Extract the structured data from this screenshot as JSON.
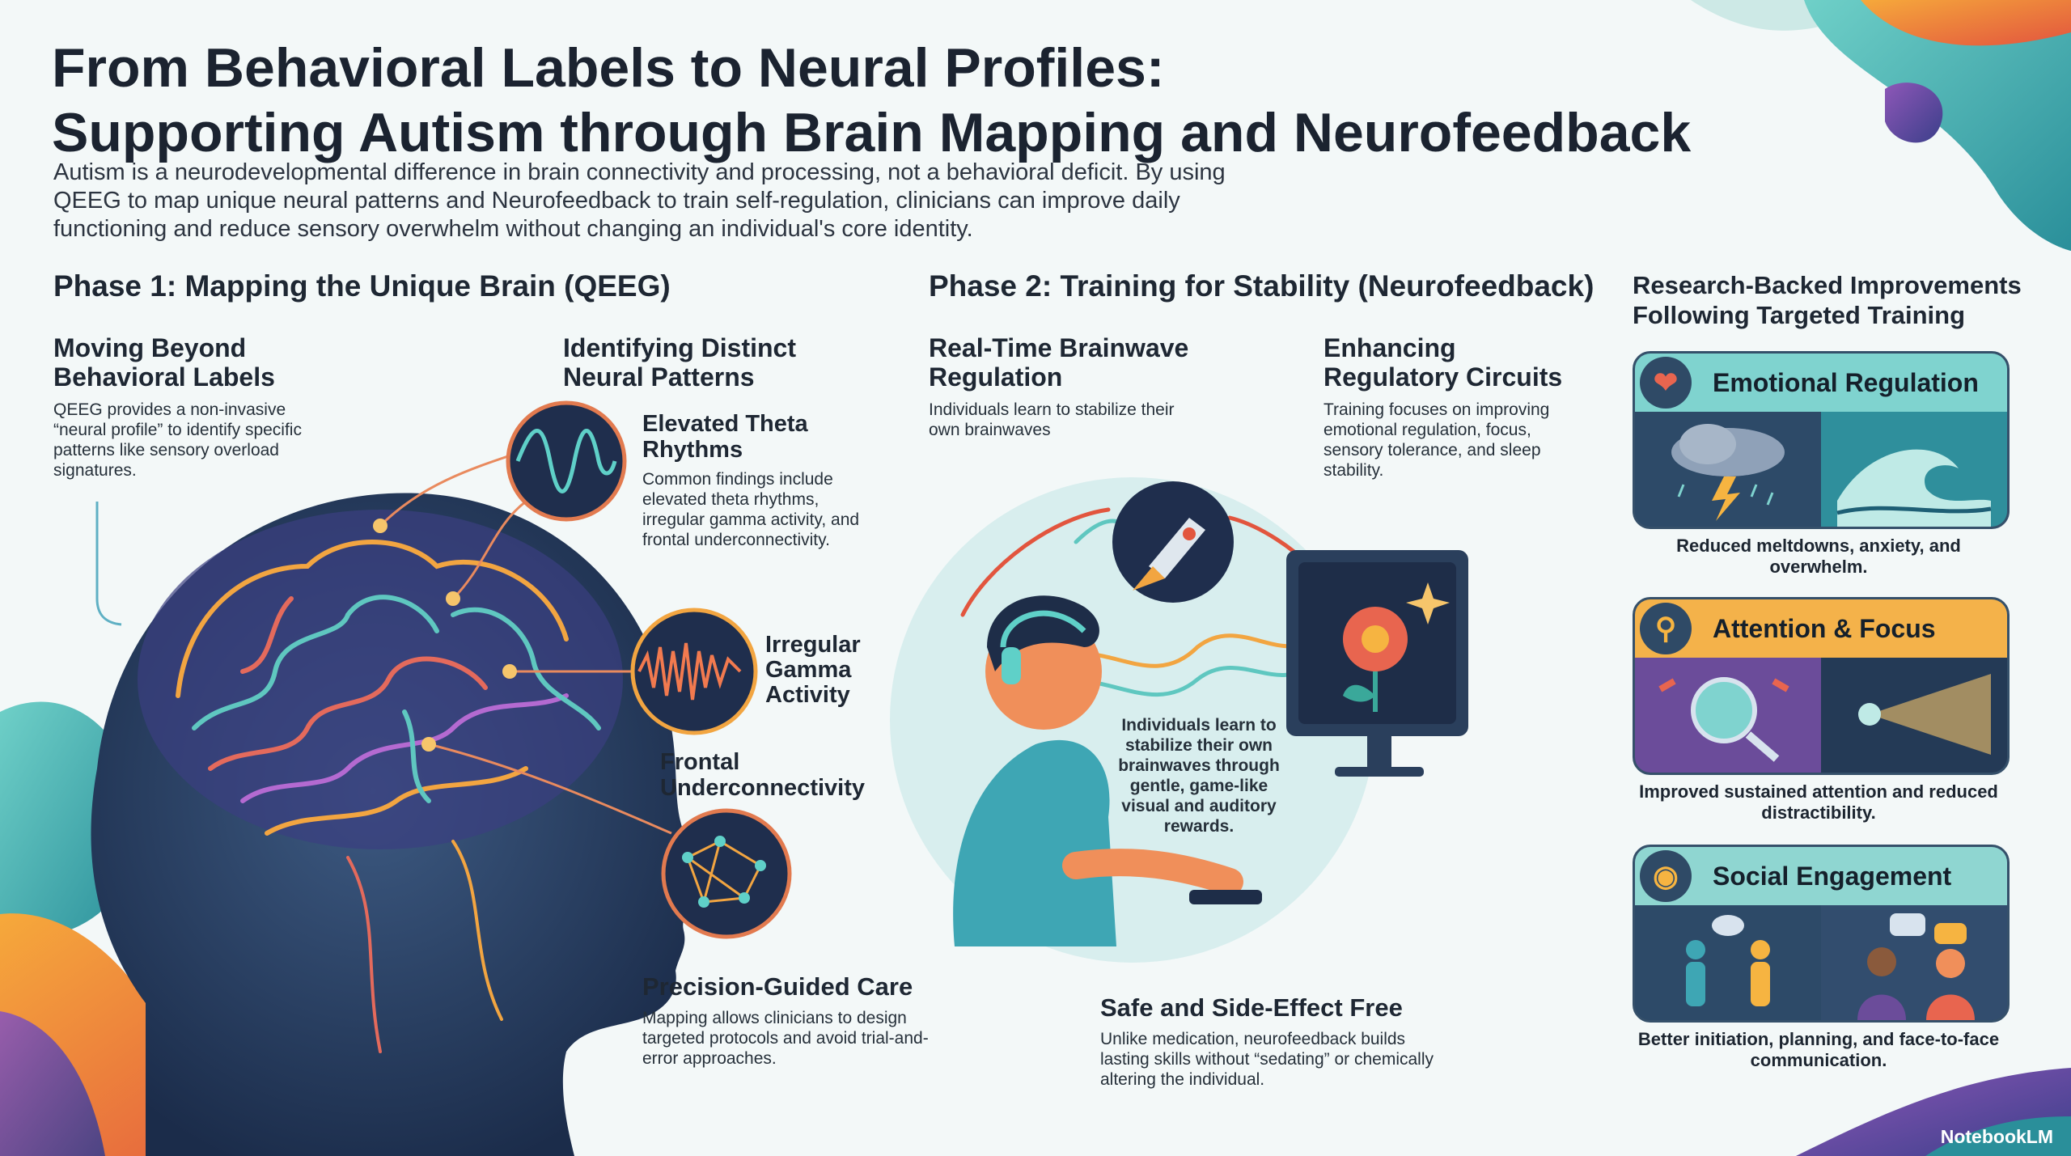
{
  "header": {
    "title_line1": "From Behavioral Labels to Neural Profiles:",
    "title_line2": "Supporting Autism through Brain Mapping and Neurofeedback",
    "intro": "Autism is a neurodevelopmental difference in brain connectivity and processing, not a behavioral deficit. By using QEEG to map unique neural patterns and Neurofeedback to train self-regulation, clinicians can improve daily functioning and reduce sensory overwhelm without changing an individual's core identity."
  },
  "phase1": {
    "title": "Phase 1: Mapping the Unique Brain (QEEG)",
    "beyond": {
      "title_line1": "Moving Beyond",
      "title_line2": "Behavioral Labels",
      "text": "QEEG provides a non-invasive “neural profile” to identify specific patterns like sensory overload signatures."
    },
    "patterns": {
      "title_line1": "Identifying Distinct",
      "title_line2": "Neural Patterns"
    },
    "theta": {
      "title_line1": "Elevated Theta",
      "title_line2": "Rhythms",
      "text": "Common findings include elevated theta rhythms, irregular gamma activity, and frontal underconnectivity."
    },
    "gamma": {
      "line1": "Irregular",
      "line2": "Gamma",
      "line3": "Activity"
    },
    "frontal": {
      "line1": "Frontal",
      "line2": "Underconnectivity"
    },
    "precision": {
      "title": "Precision-Guided Care",
      "text": "Mapping allows clinicians to design targeted protocols and avoid trial-and-error approaches."
    }
  },
  "phase2": {
    "title": "Phase 2: Training for Stability (Neurofeedback)",
    "realtime": {
      "title_line1": "Real-Time Brainwave",
      "title_line2": "Regulation",
      "text": "Individuals learn to stabilize their own brainwaves"
    },
    "enhancing": {
      "title_line1": "Enhancing",
      "title_line2": "Regulatory Circuits",
      "text": "Training focuses on improving emotional regulation, focus, sensory tolerance, and sleep stability."
    },
    "scene_text": "Individuals learn to stabilize their own brainwaves through gentle, game-like visual and auditory rewards.",
    "safe": {
      "title": "Safe and Side-Effect Free",
      "text": "Unlike medication, neurofeedback builds lasting skills without “sedating” or chemically altering the individual."
    }
  },
  "research": {
    "title_line1": "Research-Backed Improvements",
    "title_line2": "Following Targeted Training",
    "items": [
      {
        "label": "Emotional Regulation",
        "icon": "heart-pulse-icon",
        "head_color": "#7fd3cf",
        "caption": "Reduced meltdowns, anxiety, and overwhelm."
      },
      {
        "label": "Attention & Focus",
        "icon": "magnifier-icon",
        "head_color": "#f4b24a",
        "caption": "Improved sustained attention and reduced distractibility."
      },
      {
        "label": "Social Engagement",
        "icon": "people-chat-icon",
        "head_color": "#8fd6d1",
        "caption": "Better initiation, planning, and face-to-face communication."
      }
    ]
  },
  "brand": "NotebookLM"
}
